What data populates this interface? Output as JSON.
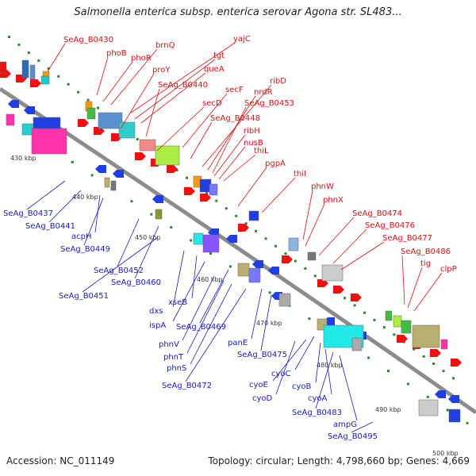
{
  "title": "Salmonella enterica subsp. enterica serovar Agona str. SL483...",
  "footer": {
    "accession": "Accession: NC_011149",
    "summary": "Topology: circular; Length: 4,798,660 bp; Genes: 4,669"
  },
  "colors": {
    "forward_label": "#e01010",
    "reverse_label": "#1a1ac8",
    "backbone": "#888888",
    "tick": "#2a8a2a"
  },
  "ticks": [
    "430 kbp",
    "440 kbp",
    "450 kbp",
    "460 kbp",
    "470 kbp",
    "480 kbp",
    "490 kbp",
    "500 kbp"
  ],
  "labels_forward": [
    "SeAg_B0430",
    "phoB",
    "phoR",
    "brnQ",
    "yajC",
    "tgt",
    "queA",
    "proY",
    "SeAg_B0440",
    "secF",
    "secD",
    "ribD",
    "nrdR",
    "SeAg_B0453",
    "SeAg_B0448",
    "ribH",
    "nusB",
    "thiL",
    "pgpA",
    "thiI",
    "phnW",
    "phnX",
    "SeAg_B0474",
    "SeAg_B0476",
    "SeAg_B0477",
    "SeAg_B0486",
    "tig",
    "clpP"
  ],
  "labels_reverse": [
    "SeAg_B0437",
    "SeAg_B0441",
    "acpH",
    "SeAg_B0449",
    "SeAg_B0452",
    "SeAg_B0460",
    "SeAg_B0451",
    "dxs",
    "xseB",
    "ispA",
    "SeAg_B0469",
    "phnV",
    "phnT",
    "phnS",
    "SeAg_B0472",
    "panE",
    "SeAg_B0475",
    "cyoC",
    "cyoE",
    "cyoB",
    "cyoD",
    "cyoA",
    "SeAg_B0483",
    "ampG",
    "SeAg_B0495"
  ]
}
